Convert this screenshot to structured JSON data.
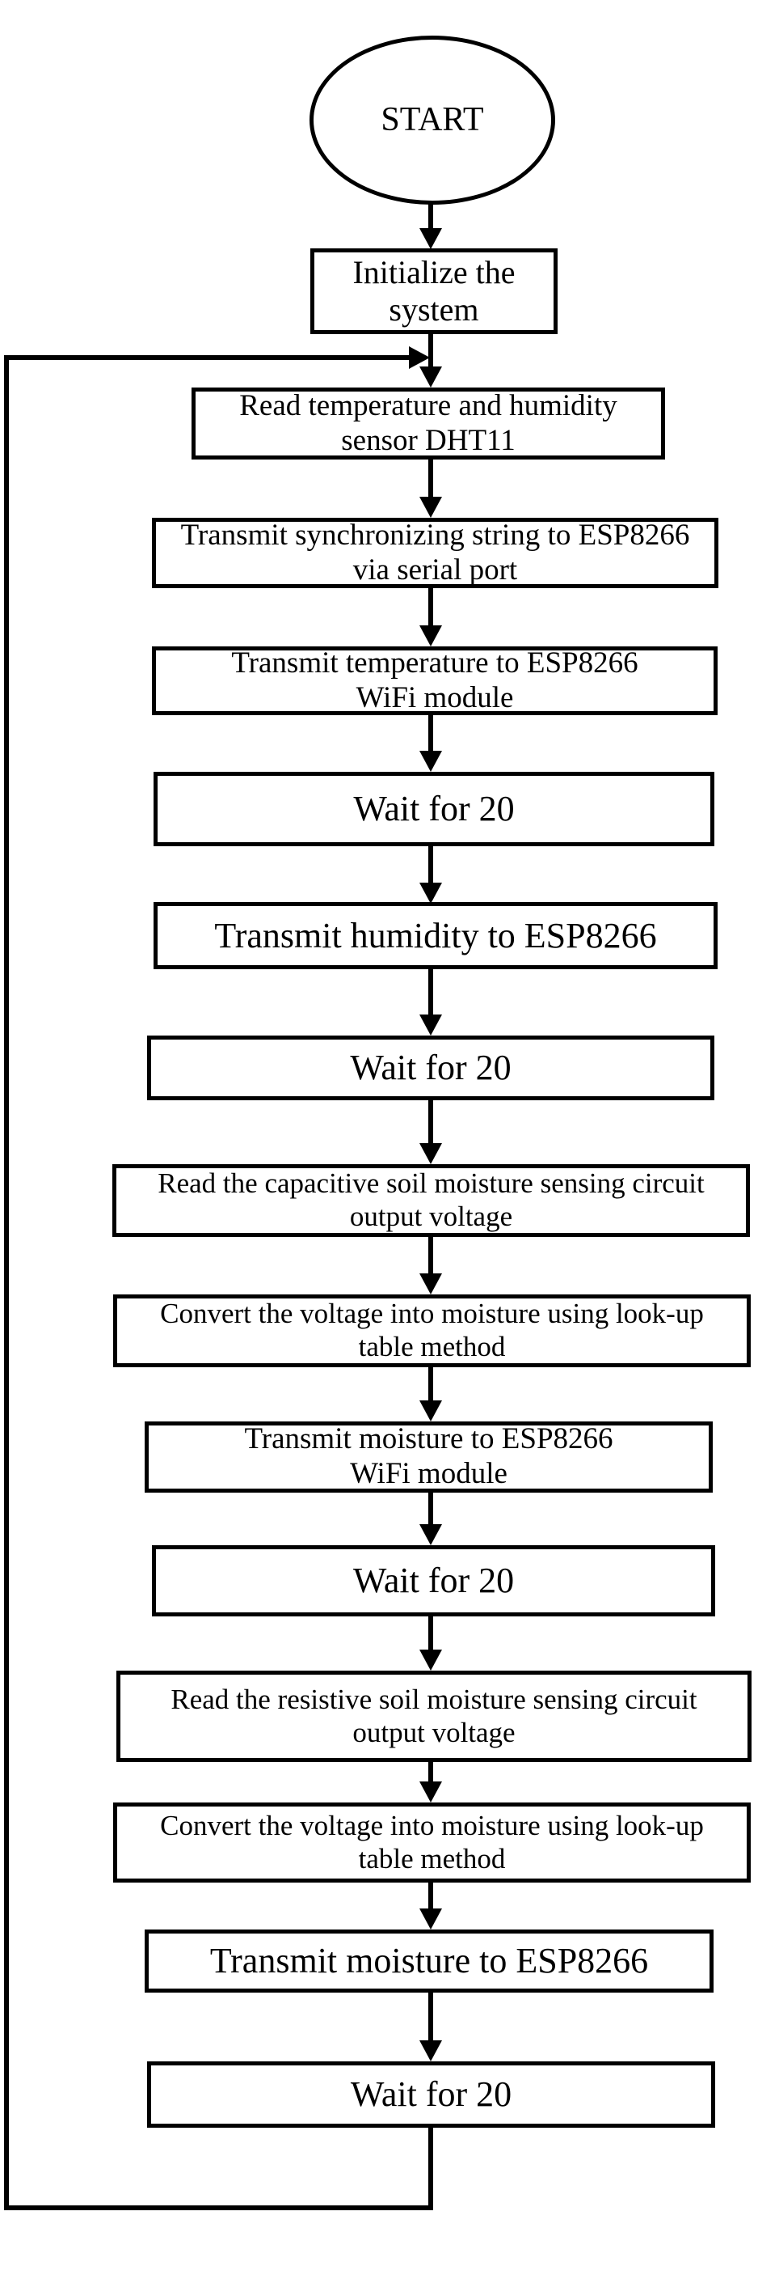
{
  "figure": {
    "type": "flowchart",
    "colors": {
      "background": "#ffffff",
      "stroke": "#000000",
      "text": "#000000"
    },
    "nodes": [
      {
        "id": "start",
        "shape": "terminator",
        "label": "START"
      },
      {
        "id": "initialize",
        "shape": "process",
        "label": "Initialize the\nsystem"
      },
      {
        "id": "read_dht11",
        "shape": "process",
        "label": "Read temperature and humidity\nsensor DHT11"
      },
      {
        "id": "transmit_sync_string",
        "shape": "process",
        "label": "Transmit synchronizing string to ESP8266\nvia serial port"
      },
      {
        "id": "transmit_temperature",
        "shape": "process",
        "label": "Transmit temperature to ESP8266\nWiFi module"
      },
      {
        "id": "wait_1",
        "shape": "process",
        "label": "Wait for 20"
      },
      {
        "id": "transmit_humidity",
        "shape": "process",
        "label": "Transmit humidity to ESP8266"
      },
      {
        "id": "wait_2",
        "shape": "process",
        "label": "Wait for 20"
      },
      {
        "id": "read_capacitive",
        "shape": "process",
        "label": "Read the capacitive soil moisture sensing circuit\noutput voltage"
      },
      {
        "id": "convert_voltage_1",
        "shape": "process",
        "label": "Convert the voltage into moisture using look-up\ntable method"
      },
      {
        "id": "transmit_moisture_wifi",
        "shape": "process",
        "label": "Transmit moisture to ESP8266\nWiFi module"
      },
      {
        "id": "wait_3",
        "shape": "process",
        "label": "Wait for 20"
      },
      {
        "id": "read_resistive",
        "shape": "process",
        "label": "Read the resistive soil moisture sensing circuit\noutput voltage"
      },
      {
        "id": "convert_voltage_2",
        "shape": "process",
        "label": "Convert the voltage into moisture using look-up\ntable method"
      },
      {
        "id": "transmit_moisture",
        "shape": "process",
        "label": "Transmit moisture to ESP8266"
      },
      {
        "id": "wait_4",
        "shape": "process",
        "label": "Wait for 20"
      }
    ],
    "edges": [
      "start->initialize",
      "initialize->read_dht11",
      "read_dht11->transmit_sync_string",
      "transmit_sync_string->transmit_temperature",
      "transmit_temperature->wait_1",
      "wait_1->transmit_humidity",
      "transmit_humidity->wait_2",
      "wait_2->read_capacitive",
      "read_capacitive->convert_voltage_1",
      "convert_voltage_1->transmit_moisture_wifi",
      "transmit_moisture_wifi->wait_3",
      "wait_3->read_resistive",
      "read_resistive->convert_voltage_2",
      "convert_voltage_2->transmit_moisture",
      "transmit_moisture->wait_4",
      "wait_4->read_dht11 (loop back)"
    ]
  }
}
